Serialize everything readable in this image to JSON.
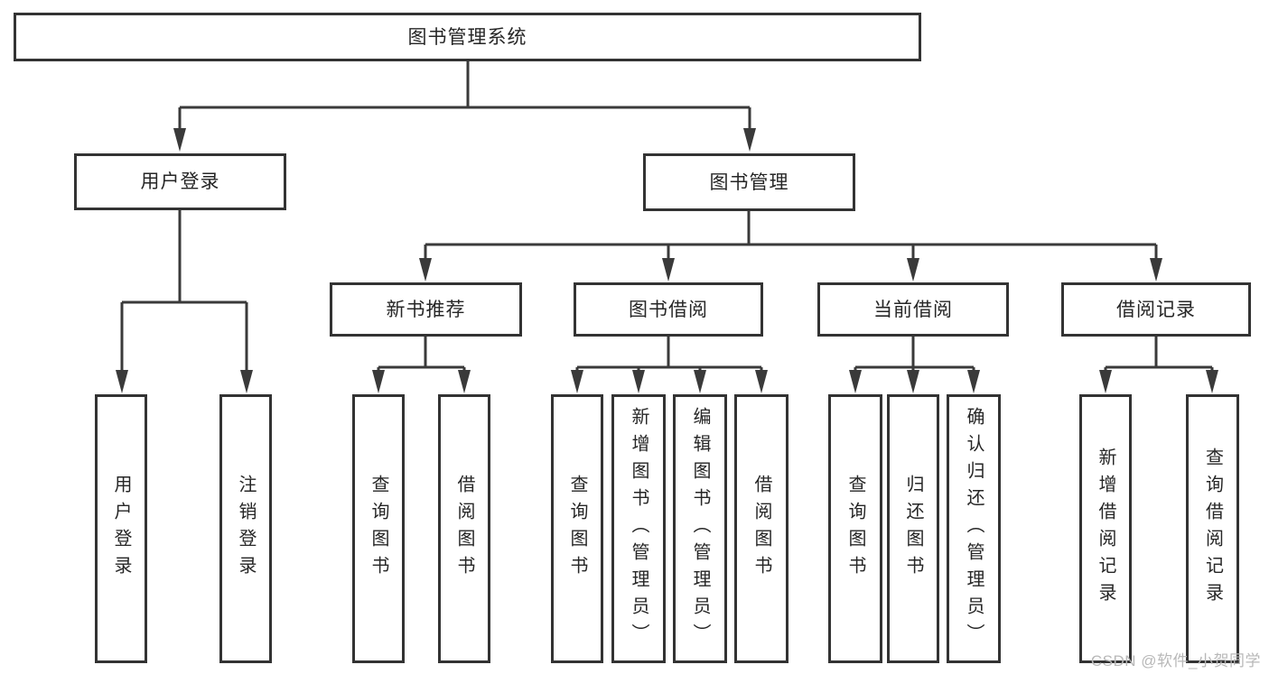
{
  "tree": {
    "label": "图书管理系统",
    "children": [
      {
        "label": "用户登录",
        "children": [
          {
            "label": "用户登录"
          },
          {
            "label": "注销登录"
          }
        ]
      },
      {
        "label": "图书管理",
        "children": [
          {
            "label": "新书推荐",
            "children": [
              {
                "label": "查询图书"
              },
              {
                "label": "借阅图书"
              }
            ]
          },
          {
            "label": "图书借阅",
            "children": [
              {
                "label": "查询图书"
              },
              {
                "label": "新增图书（管理员）"
              },
              {
                "label": "编辑图书（管理员）"
              },
              {
                "label": "借阅图书"
              }
            ]
          },
          {
            "label": "当前借阅",
            "children": [
              {
                "label": "查询图书"
              },
              {
                "label": "归还图书"
              },
              {
                "label": "确认归还（管理员）"
              }
            ]
          },
          {
            "label": "借阅记录",
            "children": [
              {
                "label": "新增借阅记录"
              },
              {
                "label": "查询借阅记录"
              }
            ]
          }
        ]
      }
    ]
  },
  "watermark": {
    "text": "CSDN @软件_小贺同学"
  },
  "colors": {
    "line": "#3a3a3a",
    "box_border": "#333333",
    "text": "#262626",
    "watermark": "#b8b8b8",
    "background": "#ffffff"
  }
}
